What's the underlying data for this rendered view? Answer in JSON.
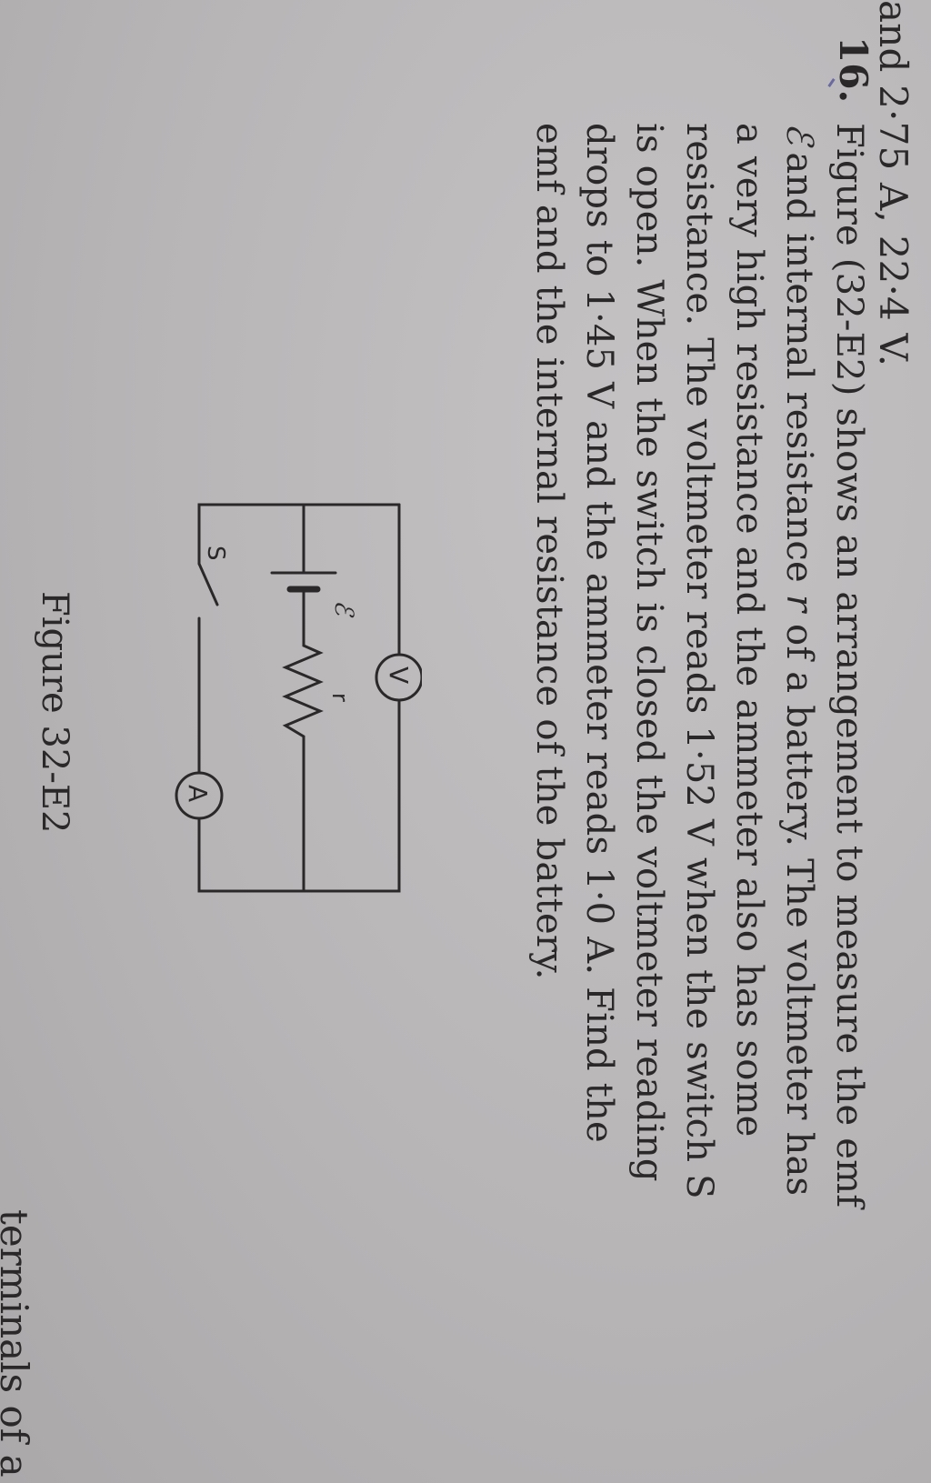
{
  "page": {
    "orientation": "rotated 90 degrees clockwise",
    "background_color": "#b7b5b6",
    "ink_color": "#2a2829"
  },
  "previous_answer": {
    "text": "and 2·75 A, 22·4 V."
  },
  "question": {
    "number": "16.",
    "lines": [
      "Figure (32-E2) shows an arrangement to measure the emf",
      "and internal resistance r of a battery. The voltmeter has",
      "a very high resistance and the ammeter also has some",
      "resistance. The voltmeter reads 1·52 V when the switch S",
      "is open. When the switch is closed the voltmeter reading",
      "drops to 1·45 V and the ammeter reads 1·0 A. Find the",
      "emf and the internal resistance of the battery."
    ],
    "line1_emf_symbol": "ℰ",
    "line1_parts": {
      "before_r": "and internal resistance ",
      "r": "r",
      "after_r": " of a battery. The voltmeter has"
    },
    "values": {
      "voltmeter_open": "1·52 V",
      "voltmeter_closed": "1·45 V",
      "ammeter_closed": "1·0 A"
    }
  },
  "figure": {
    "caption": "Figure 32-E2",
    "labels": {
      "emf": "ℰ",
      "internal_resistance": "r",
      "switch": "S",
      "voltmeter": "V",
      "ammeter": "A"
    },
    "components": [
      "battery",
      "internal-resistor",
      "switch",
      "voltmeter",
      "ammeter"
    ]
  },
  "next_question_fragment": {
    "text": "terminals of a"
  }
}
